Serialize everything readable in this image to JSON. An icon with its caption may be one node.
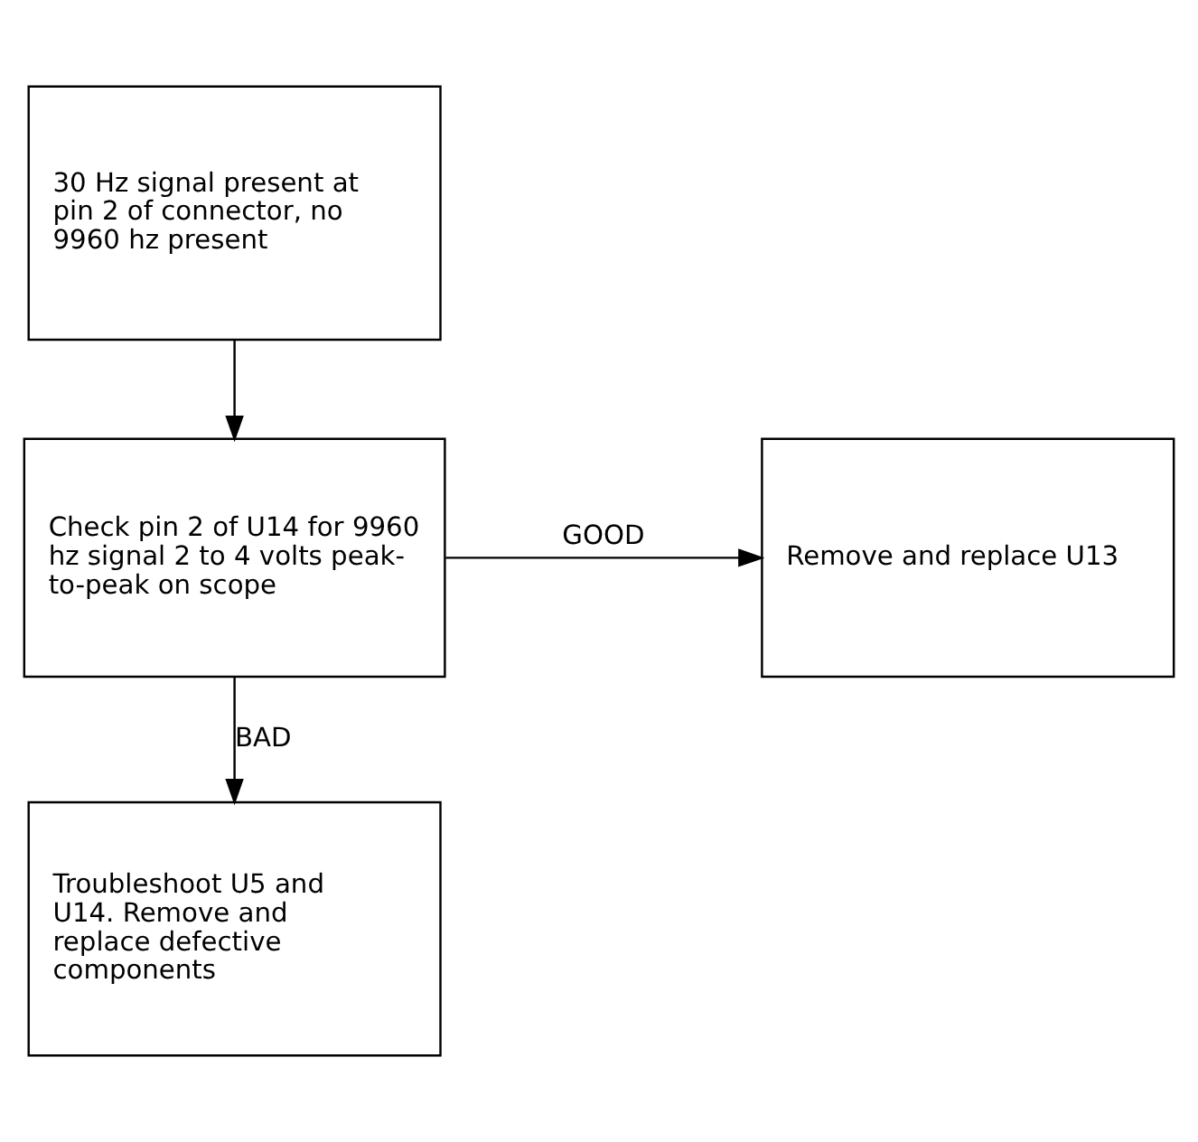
{
  "diagram": {
    "nodes": [
      {
        "text": [
          "30 Hz signal present at pin 2 of connector, no 9960 hz present"
        ]
      },
      {
        "text": [
          "Check pin 2 of U14 for 9960 hz signal 2 to 4 volts peak-to-peak on scope"
        ]
      },
      {
        "text": [
          "Remove and replace U13"
        ]
      },
      {
        "text": [
          "Troubleshoot U5 and U14. Remove and replace defective components"
        ]
      }
    ],
    "edges": [
      {
        "from": 0,
        "to": 1,
        "arrow": "to"
      },
      {
        "from": 1,
        "to": 2,
        "arrow": "to",
        "label": "GOOD"
      },
      {
        "from": 1,
        "to": 3,
        "arrow": "to",
        "label": "BAD"
      }
    ]
  }
}
